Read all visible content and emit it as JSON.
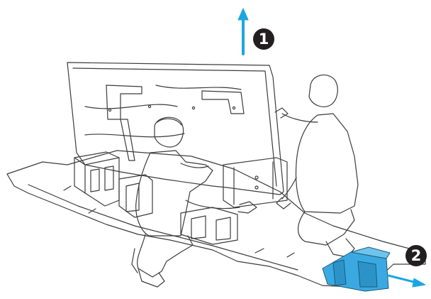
{
  "steps": [
    {
      "number": "1",
      "direction": "up",
      "action": "lift-tv-out-of-box"
    },
    {
      "number": "2",
      "direction": "right",
      "action": "slide-out-packaging-block"
    }
  ],
  "colors": {
    "arrow": "#1aa7e0",
    "highlight_block": "#3aa9e1",
    "line_art": "#3c3c3c",
    "badge": "#231f20"
  },
  "figures": [
    "person-left-crouching",
    "person-right-crouching"
  ],
  "objects": [
    "tv-panel",
    "box-base-flattened",
    "foam-corner-blocks",
    "cardboard-supports"
  ]
}
